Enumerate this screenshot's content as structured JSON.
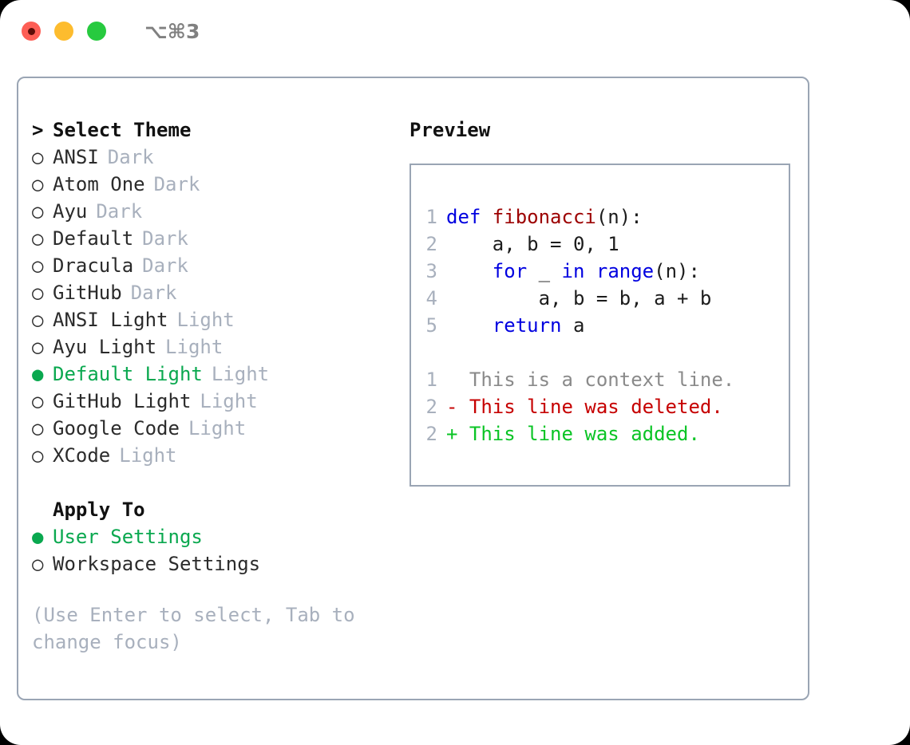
{
  "window": {
    "shortcut_title": "⌥⌘3",
    "traffic_lights": [
      {
        "name": "close-button",
        "color": "#fd5e55"
      },
      {
        "name": "minimize-button",
        "color": "#fdbc2e"
      },
      {
        "name": "maximize-button",
        "color": "#27ca3f"
      }
    ]
  },
  "colors": {
    "selected_green": "#0aa84f",
    "muted_gray": "#a8b0bd",
    "text": "#2b2b2b",
    "border": "#9aa5b4",
    "keyword_blue": "#0000e0",
    "function_red": "#9c0000",
    "diff_deleted": "#c60000",
    "diff_added": "#0ac425",
    "diff_context": "#8a8a8a"
  },
  "theme_picker": {
    "header_prefix": ">",
    "header_label": "Select Theme",
    "bullet_unselected": "○",
    "bullet_selected": "●",
    "items": [
      {
        "name": "ANSI",
        "tag": "Dark",
        "selected": false
      },
      {
        "name": "Atom One",
        "tag": "Dark",
        "selected": false
      },
      {
        "name": "Ayu",
        "tag": "Dark",
        "selected": false
      },
      {
        "name": "Default",
        "tag": "Dark",
        "selected": false
      },
      {
        "name": "Dracula",
        "tag": "Dark",
        "selected": false
      },
      {
        "name": "GitHub",
        "tag": "Dark",
        "selected": false
      },
      {
        "name": "ANSI Light",
        "tag": "Light",
        "selected": false
      },
      {
        "name": "Ayu Light",
        "tag": "Light",
        "selected": false
      },
      {
        "name": "Default Light",
        "tag": "Light",
        "selected": true
      },
      {
        "name": "GitHub Light",
        "tag": "Light",
        "selected": false
      },
      {
        "name": "Google Code",
        "tag": "Light",
        "selected": false
      },
      {
        "name": "XCode",
        "tag": "Light",
        "selected": false
      }
    ]
  },
  "apply_to": {
    "header_label": "Apply To",
    "items": [
      {
        "name": "User Settings",
        "selected": true
      },
      {
        "name": "Workspace Settings",
        "selected": false
      }
    ]
  },
  "hint": {
    "text": "(Use Enter to select, Tab to change focus)"
  },
  "preview": {
    "title": "Preview",
    "code_lines": [
      {
        "lineno": "1",
        "tokens": [
          {
            "text": "def ",
            "style": "kw"
          },
          {
            "text": "fibonacci",
            "style": "fn"
          },
          {
            "text": "(n):",
            "style": "plain"
          }
        ]
      },
      {
        "lineno": "2",
        "tokens": [
          {
            "text": "    a, b = 0, 1",
            "style": "plain"
          }
        ]
      },
      {
        "lineno": "3",
        "tokens": [
          {
            "text": "    ",
            "style": "plain"
          },
          {
            "text": "for",
            "style": "kw"
          },
          {
            "text": " _ ",
            "style": "plain"
          },
          {
            "text": "in",
            "style": "kw"
          },
          {
            "text": " ",
            "style": "plain"
          },
          {
            "text": "range",
            "style": "kw"
          },
          {
            "text": "(n):",
            "style": "plain"
          }
        ]
      },
      {
        "lineno": "4",
        "tokens": [
          {
            "text": "        a, b = b, a + b",
            "style": "plain"
          }
        ]
      },
      {
        "lineno": "5",
        "tokens": [
          {
            "text": "    ",
            "style": "plain"
          },
          {
            "text": "return",
            "style": "kw"
          },
          {
            "text": " a",
            "style": "plain"
          }
        ]
      }
    ],
    "diff_lines": [
      {
        "lineno": "1",
        "marker": " ",
        "text": " This is a context line.",
        "style": "ctx"
      },
      {
        "lineno": "2",
        "marker": "-",
        "text": " This line was deleted.",
        "style": "del"
      },
      {
        "lineno": "2",
        "marker": "+",
        "text": " This line was added.",
        "style": "add"
      }
    ]
  }
}
